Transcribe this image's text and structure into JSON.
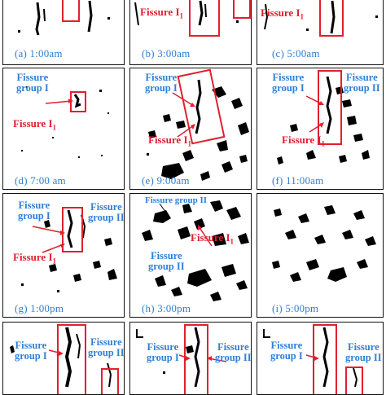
{
  "panels": [
    {
      "caption": "(a) 1:00am"
    },
    {
      "caption": "(b) 3:00am"
    },
    {
      "caption": "(c) 5:00am"
    },
    {
      "caption": "(d) 7:00 am"
    },
    {
      "caption": "(e) 9:00am"
    },
    {
      "caption": "(f) 11:00am"
    },
    {
      "caption": "(g) 1:00pm"
    },
    {
      "caption": "(h) 3:00pm"
    },
    {
      "caption": "(i) 5:00pm"
    }
  ],
  "labels": {
    "fissure_i1": "Fissure I",
    "fissure_sub": "1",
    "group_i_line1": "Fissure",
    "group_i_line2": "group I",
    "group_ii_line1": "Fissure",
    "group_ii_line2": "group II",
    "group_ii_short": "Fissure group II"
  },
  "colors": {
    "annotation_red": "#e0202e",
    "annotation_blue": "#2f7fd6",
    "fissure": "#000000"
  }
}
